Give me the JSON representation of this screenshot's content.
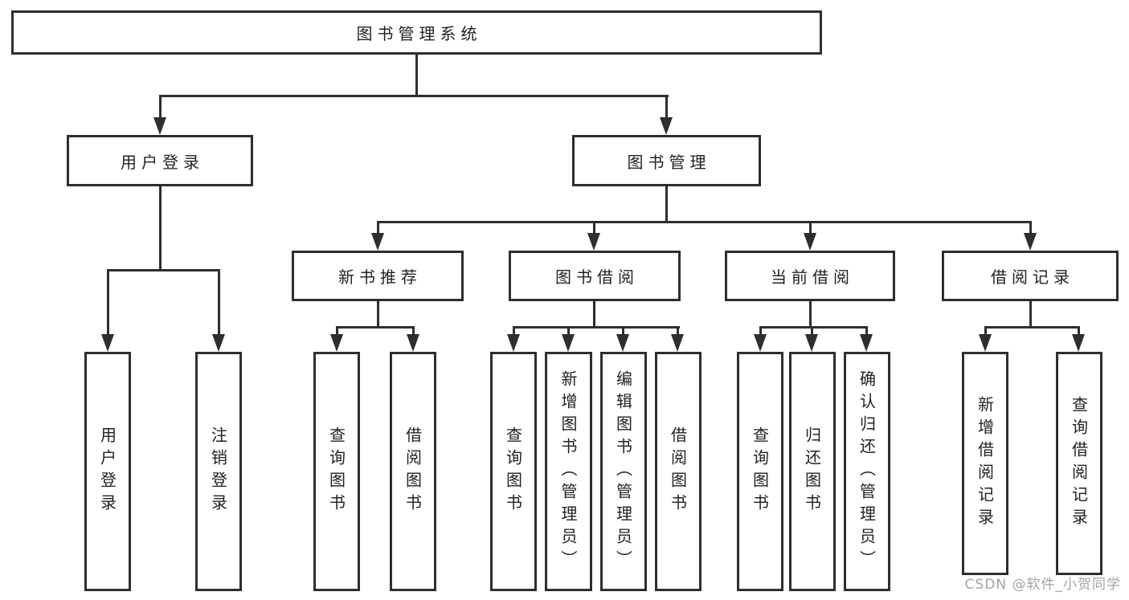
{
  "nodes": {
    "root": "图书管理系统",
    "user_login": "用户登录",
    "book_management": "图书管理",
    "new_book_recommend": "新书推荐",
    "book_borrow": "图书借阅",
    "current_borrow": "当前借阅",
    "borrow_records": "借阅记录"
  },
  "leaves": {
    "user_login": [
      "用户登录",
      "注销登录"
    ],
    "new_book_recommend": [
      "查询图书",
      "借阅图书"
    ],
    "book_borrow": [
      "查询图书",
      "新增图书（管理员）",
      "编辑图书（管理员）",
      "借阅图书"
    ],
    "current_borrow": [
      "查询图书",
      "归还图书",
      "确认归还（管理员）"
    ],
    "borrow_records": [
      "新增借阅记录",
      "查询借阅记录"
    ]
  },
  "watermark": "CSDN @软件_小贺同学",
  "colors": {
    "line": "#2e2e2e",
    "text": "#222222",
    "watermark": "#9a9a9a",
    "background": "#ffffff"
  }
}
